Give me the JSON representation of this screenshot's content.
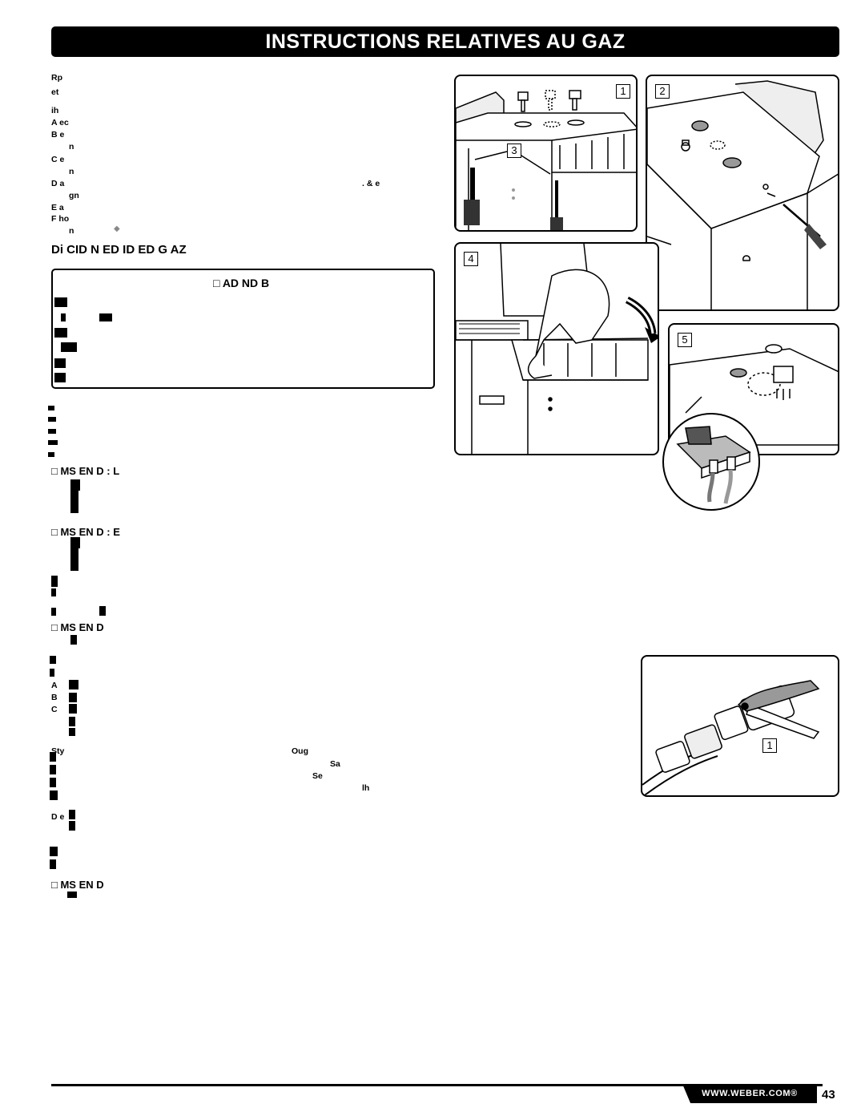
{
  "header": {
    "title": "INSTRUCTIONS RELATIVES AU GAZ"
  },
  "body_text": {
    "lines": [
      "Rp",
      "et",
      "ih",
      "A  ec",
      "B  e",
      "n",
      "C  e",
      "n",
      "D  a",
      "gn",
      "E  a",
      "F  ho",
      "n"
    ],
    "line_d_suffix": ". &      e",
    "section_heading": "Di  CID  N  ED  ID  ED  G AZ",
    "warning_box_title": "□ AD  ND  B",
    "steps": [
      "□  MS  EN  D   :  L",
      "□  MS  EN  D   :  E",
      "□  MS  EN  D",
      "□  MS  EN  D"
    ],
    "sub_letters": [
      "A",
      "B",
      "C"
    ],
    "column_words": [
      "Sty",
      "Oug",
      "Se",
      "Sa",
      "lh"
    ],
    "d_line": "D  e"
  },
  "figures": {
    "panel_labels": [
      "1",
      "2",
      "3",
      "4",
      "5",
      "1"
    ]
  },
  "footer": {
    "url": "WWW.WEBER.COM®",
    "page_number": "43"
  }
}
